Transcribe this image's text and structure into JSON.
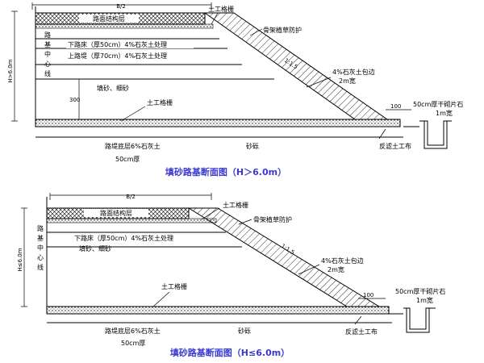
{
  "colors": {
    "caption": "#3a3ad0",
    "line": "#000000",
    "background": "#ffffff"
  },
  "top": {
    "half_width": "B/2",
    "pavement": "路面结构层",
    "geotextile_top": "土工格栅",
    "slope_protection": "骨架植草防护",
    "lower_bed": "下路床（厚50cm）4%石灰土处理",
    "upper_embank": "上路堤（厚70cm）4%石灰土处理",
    "height": "H>6.0m",
    "centerline": "路基中心线",
    "sand_fill": "填砂、细砂",
    "dim_300": "300",
    "slope_ratio": "1:1.5",
    "platform_line1": "4%石灰土包边",
    "platform_line2": "2m宽",
    "geotextile_bottom": "土工格栅",
    "width_100": "100",
    "drain_line1": "50cm厚干砌片石",
    "drain_line2": "1m宽",
    "base_layer": "路堤底层6%石灰土",
    "base_thickness": "50cm厚",
    "gravel": "砂砾",
    "reverse_filter": "反滤土工布",
    "caption": "填砂路基断面图（H＞6.0m）"
  },
  "bottom": {
    "half_width": "B/2",
    "pavement": "路面结构层",
    "geotextile_top": "土工格栅",
    "slope_protection": "骨架植草防护",
    "lower_bed": "下路床（厚50cm）4%石灰土处理",
    "sand_fill": "填砂、细砂",
    "height": "H≤6.0m",
    "centerline": "路基中心线",
    "slope_ratio": "1:1.5",
    "platform_line1": "4%石灰土包边",
    "platform_line2": "2m宽",
    "geotextile_bottom": "土工格栅",
    "width_100": "100",
    "drain_line1": "50cm厚干砌片石",
    "drain_line2": "1m宽",
    "base_layer": "路堤底层6%石灰土",
    "base_thickness": "50cm厚",
    "gravel": "砂砾",
    "reverse_filter": "反滤土工布",
    "caption": "填砂路基断面图（H≤6.0m）"
  }
}
